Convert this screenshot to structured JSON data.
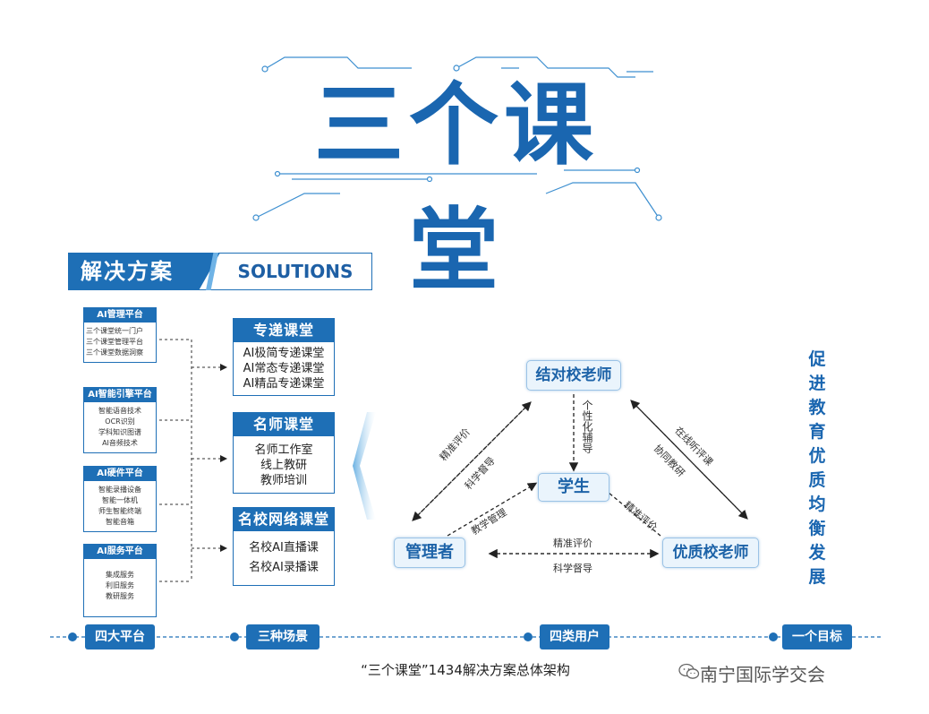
{
  "title": "三个课堂",
  "solutions": {
    "cn": "解决方案",
    "en": "SOLUTIONS"
  },
  "platforms": [
    {
      "header": "AI管理平台",
      "items": [
        "三个课堂统一门户",
        "三个课堂管理平台",
        "三个课堂数据洞察"
      ]
    },
    {
      "header": "AI智能引擎平台",
      "items": [
        "智能语音技术",
        "OCR识别",
        "学科知识图谱",
        "AI音频技术"
      ]
    },
    {
      "header": "AI硬件平台",
      "items": [
        "智能录播设备",
        "智能一体机",
        "师生智能终端",
        "智能音箱"
      ]
    },
    {
      "header": "AI服务平台",
      "items": [
        "集成服务",
        "利旧服务",
        "教研服务"
      ]
    }
  ],
  "scenes": [
    {
      "header": "专递课堂",
      "items": [
        "AI极简专递课堂",
        "AI常态专递课堂",
        "AI精品专递课堂"
      ]
    },
    {
      "header": "名师课堂",
      "items": [
        "名师工作室",
        "线上教研",
        "教师培训"
      ]
    },
    {
      "header": "名校网络课堂",
      "items": [
        "名校AI直播课",
        "名校AI录播课"
      ]
    }
  ],
  "users": {
    "paired": "结对校老师",
    "student": "学生",
    "admin": "管理者",
    "quality": "优质校老师"
  },
  "relations": {
    "paired_student": "个性化辅导",
    "admin_paired_1": "精准评价",
    "admin_paired_2": "科学督导",
    "admin_student": "教学管理",
    "quality_paired_1": "在线听评课",
    "quality_paired_2": "协同教研",
    "quality_student": "精准评价",
    "admin_quality_1": "精准评价",
    "admin_quality_2": "科学督导"
  },
  "goal": "促进教育优质均衡发展",
  "footer": {
    "tags": [
      "四大平台",
      "三种场景",
      "四类用户",
      "一个目标"
    ],
    "caption": "“三个课堂”1434解决方案总体架构"
  },
  "watermark": "南宁国际学交会",
  "colors": {
    "primary": "#1e6fb6",
    "light": "#6fb3e6",
    "box_bg": "#eaf4fc"
  }
}
